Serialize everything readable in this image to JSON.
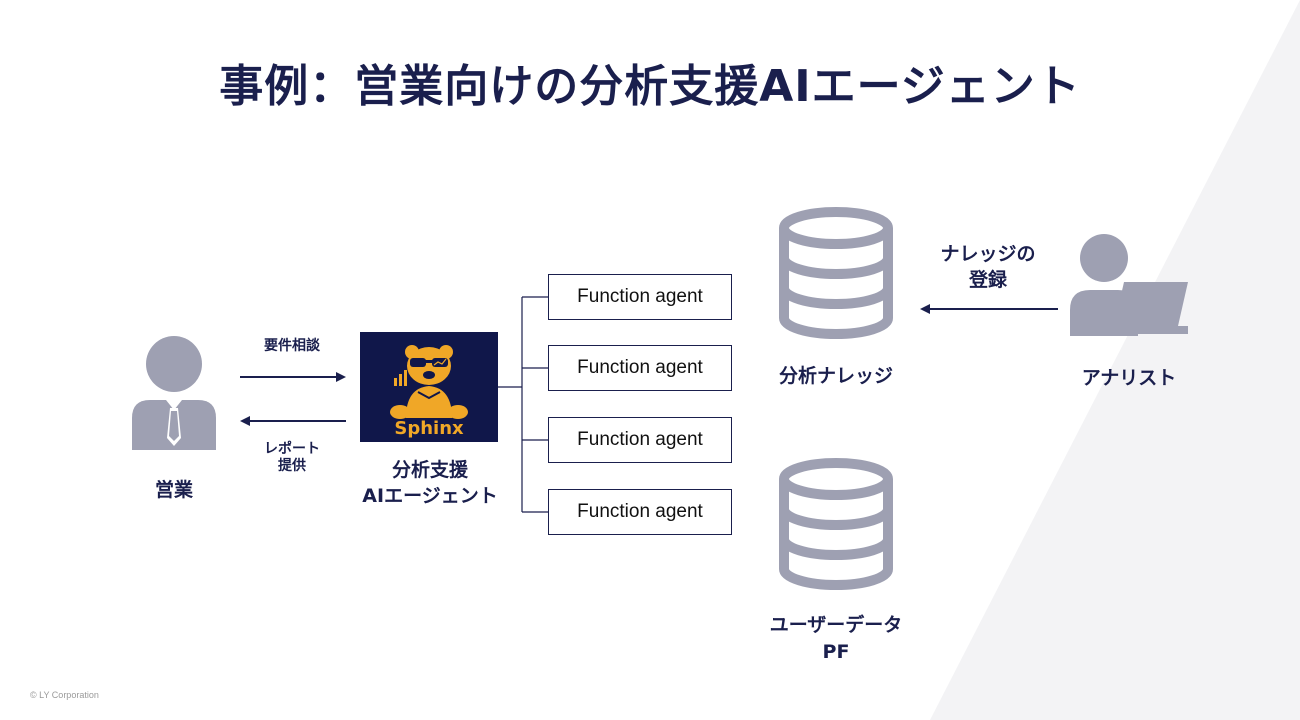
{
  "slide": {
    "title": "事例：営業向けの分析支援AIエージェント",
    "copyright": "© LY Corporation"
  },
  "actors": {
    "sales": "営業",
    "analyst": "アナリスト"
  },
  "flows": {
    "request": "要件相談",
    "report_line1": "レポート",
    "report_line2": "提供",
    "knowledge_line1": "ナレッジの",
    "knowledge_line2": "登録"
  },
  "agent": {
    "logo_text": "Sphinx",
    "label_line1": "分析支援",
    "label_line2": "AIエージェント"
  },
  "function_agents": [
    "Function agent",
    "Function agent",
    "Function agent",
    "Function agent"
  ],
  "databases": {
    "knowledge": "分析ナレッジ",
    "userdata_line1": "ユーザーデータ",
    "userdata_line2": "PF"
  },
  "colors": {
    "navy": "#1a1f4d",
    "icon_gray": "#9ea0b2",
    "logo_bg": "#10174a",
    "logo_gold": "#f0a727"
  }
}
